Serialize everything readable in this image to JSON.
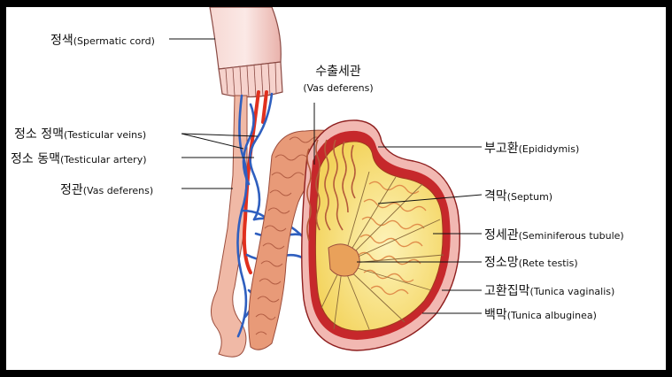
{
  "diagram": {
    "labels": {
      "spermatic_cord": {
        "ko": "정색",
        "en": "(Spermatic cord)"
      },
      "testicular_veins": {
        "ko": "정소 정맥",
        "en": "(Testicular veins)"
      },
      "testicular_artery": {
        "ko": "정소 동맥",
        "en": "(Testicular artery)"
      },
      "vas_deferens_left": {
        "ko": "정관",
        "en": "(Vas deferens)"
      },
      "vas_deferens_top": {
        "ko": "수출세관",
        "en": "(Vas deferens)"
      },
      "epididymis": {
        "ko": "부고환",
        "en": "(Epididymis)"
      },
      "septum": {
        "ko": "격막",
        "en": "(Septum)"
      },
      "seminiferous_tubule": {
        "ko": "정세관",
        "en": "(Seminiferous tubule)"
      },
      "rete_testis": {
        "ko": "정소망",
        "en": "(Rete testis)"
      },
      "tunica_vaginalis": {
        "ko": "고환집막",
        "en": "(Tunica vaginalis)"
      },
      "tunica_albuginea": {
        "ko": "백막",
        "en": "(Tunica albuginea)"
      }
    },
    "colors": {
      "frame_border": "#000000",
      "cord_skin": "#f4c9c4",
      "artery": "#e0301e",
      "vein": "#2f5fbf",
      "epididymis": "#e89a78",
      "tunica": "#c6282b",
      "testis_fill": "#f7e27a",
      "tubule": "#e39a5a"
    }
  }
}
